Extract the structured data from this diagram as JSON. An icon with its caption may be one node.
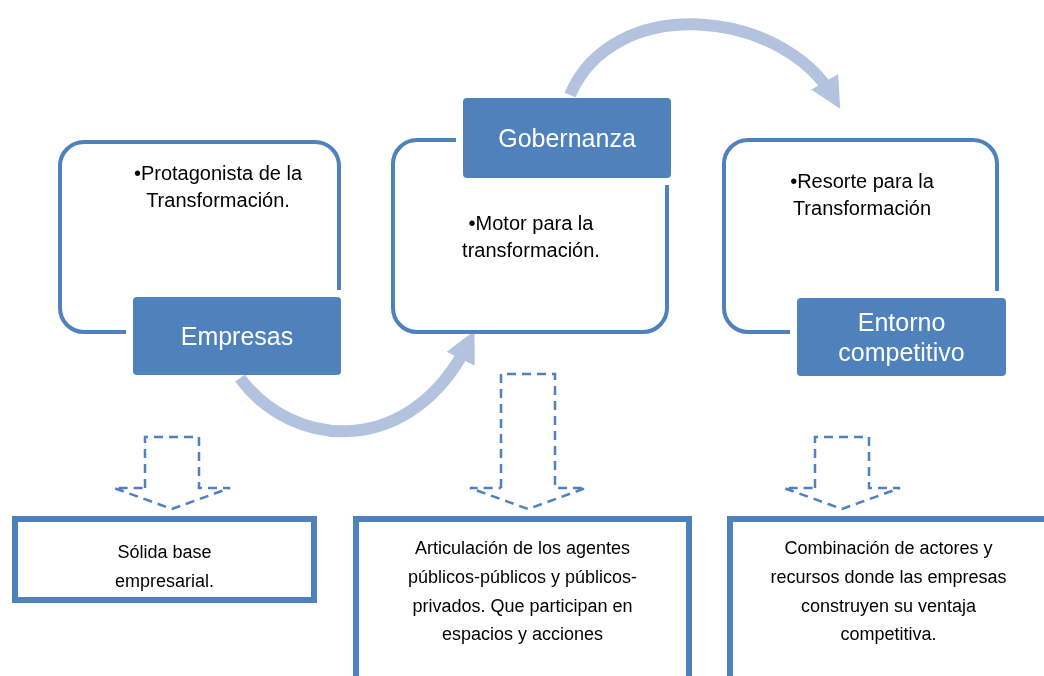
{
  "diagram": {
    "nodes": [
      {
        "text": [
          "•Protagonista de la Transformación."
        ]
      },
      {
        "text": [
          "Empresas"
        ]
      },
      {
        "text": [
          "•Motor para la transformación."
        ]
      },
      {
        "text": [
          "Gobernanza"
        ]
      },
      {
        "text": [
          "•Resorte para la Transformación"
        ]
      },
      {
        "text": [
          "Entorno competitivo"
        ]
      },
      {
        "text": [
          "Sólida base empresarial."
        ]
      },
      {
        "text": [
          "Articulación de los agentes públicos-públicos y públicos-privados. Que participan en espacios y acciones"
        ]
      },
      {
        "text": [
          "Combinación de actores y recursos donde las empresas construyen su ventaja competitiva."
        ]
      }
    ],
    "edges": [
      {
        "from": 1,
        "to": 2,
        "arrow": "to",
        "color": "#b3c3df"
      },
      {
        "from": 3,
        "to": 4,
        "arrow": "to",
        "color": "#b3c3df"
      },
      {
        "from": 1,
        "to": 6,
        "arrow": "to",
        "style": "dashed"
      },
      {
        "from": 2,
        "to": 7,
        "arrow": "to",
        "style": "dashed"
      },
      {
        "from": 5,
        "to": 8,
        "arrow": "to",
        "style": "dashed"
      }
    ]
  }
}
